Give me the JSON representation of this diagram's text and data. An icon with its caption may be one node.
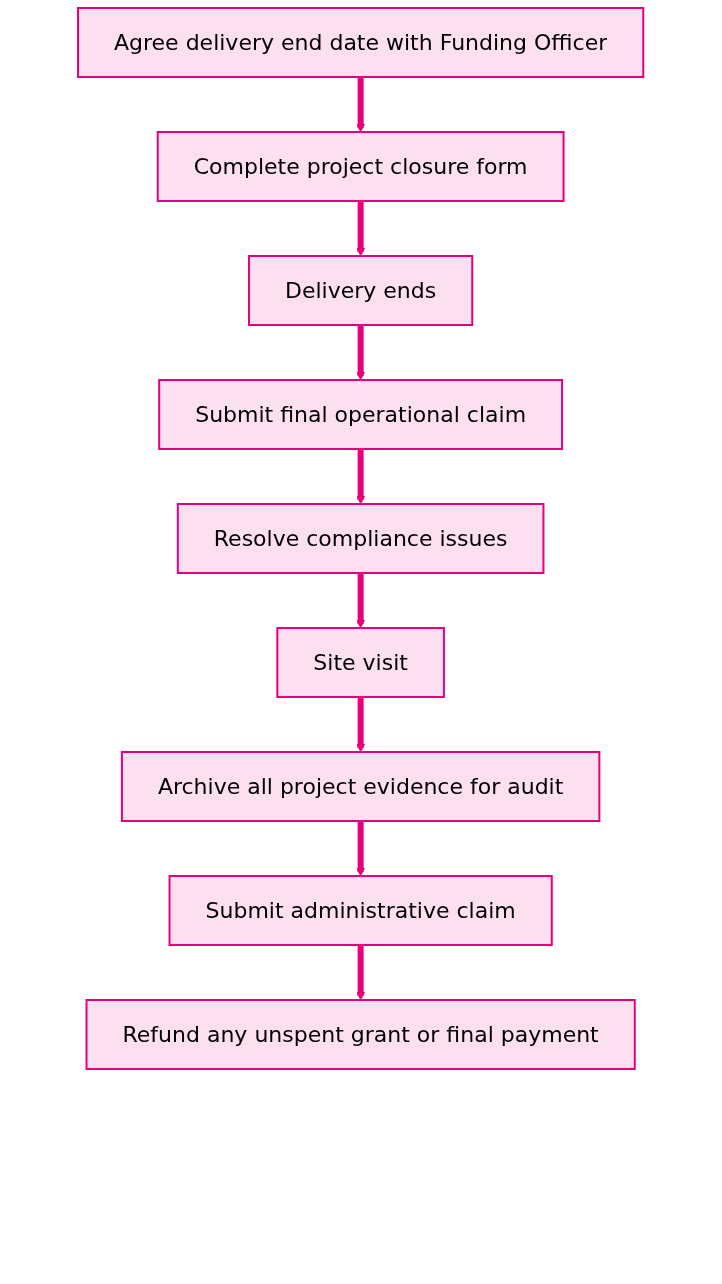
{
  "diagram": {
    "nodes": [
      {
        "text": [
          "Agree delivery end date with Funding Officer"
        ]
      },
      {
        "text": [
          "Complete project closure form"
        ]
      },
      {
        "text": [
          "Delivery ends"
        ]
      },
      {
        "text": [
          "Submit final operational claim"
        ]
      },
      {
        "text": [
          "Resolve compliance issues"
        ]
      },
      {
        "text": [
          "Site visit"
        ]
      },
      {
        "text": [
          "Archive all project evidence for audit"
        ]
      },
      {
        "text": [
          "Submit administrative claim"
        ]
      },
      {
        "text": [
          "Refund any unspent grant or final payment"
        ]
      }
    ],
    "edges": [
      {
        "from": 0,
        "to": 1,
        "arrow": "to"
      },
      {
        "from": 1,
        "to": 2,
        "arrow": "to"
      },
      {
        "from": 2,
        "to": 3,
        "arrow": "to"
      },
      {
        "from": 3,
        "to": 4,
        "arrow": "to"
      },
      {
        "from": 4,
        "to": 5,
        "arrow": "to"
      },
      {
        "from": 5,
        "to": 6,
        "arrow": "to"
      },
      {
        "from": 6,
        "to": 7,
        "arrow": "to"
      },
      {
        "from": 7,
        "to": 8,
        "arrow": "to"
      }
    ]
  }
}
